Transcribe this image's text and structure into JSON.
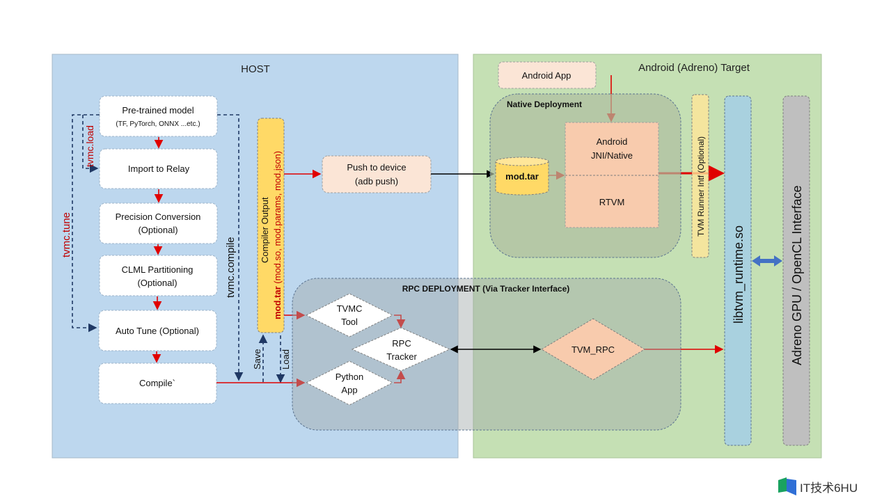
{
  "host": {
    "title": "HOST",
    "color": "#bdd7ee"
  },
  "target": {
    "title": "Android (Adreno) Target",
    "color": "#c5e0b4"
  },
  "pipeline": [
    {
      "line1": "Pre-trained model",
      "line2": "(TF, PyTorch, ONNX ...etc.)"
    },
    {
      "line1": "Import to Relay",
      "line2": ""
    },
    {
      "line1": "Precision Conversion",
      "line2": "(Optional)"
    },
    {
      "line1": "CLML Partitioning",
      "line2": "(Optional)"
    },
    {
      "line1": "Auto Tune (Optional)",
      "line2": ""
    },
    {
      "line1": "Compile`",
      "line2": ""
    }
  ],
  "labels": {
    "tvmc_load": "tvmc.load",
    "tvmc_tune": "tvmc.tune",
    "tvmc_compile": "tvmc.compile",
    "save": "Save",
    "load": "Load"
  },
  "compiler_output": {
    "title": "Compiler Output",
    "bold": "mod.tar",
    "files": " (mod.so, mod.params, mod.json)"
  },
  "push": {
    "line1": "Push to device",
    "line2": "(adb push)"
  },
  "android_app": "Android App",
  "native": {
    "title": "Native Deployment",
    "modtar": "mod.tar",
    "jni1": "Android",
    "jni2": "JNI/Native",
    "rtvm": "RTVM"
  },
  "runner": "TVM Runner Intf (Optional)",
  "libtvm": "libtvm_runtime.so",
  "adreno": "Adreno GPU / OpenCL Interface",
  "rpc": {
    "title": "RPC DEPLOYMENT (Via Tracker Interface)",
    "tvmc1": "TVMC",
    "tvmc2": "Tool",
    "tracker1": "RPC",
    "tracker2": "Tracker",
    "python1": "Python",
    "python2": "App",
    "tvm_rpc": "TVM_RPC"
  },
  "watermark": "IT技术6HU",
  "colors": {
    "red_arrow": "#e00000",
    "dash_blue": "#1f3864",
    "accent_red_text": "#c00000"
  }
}
